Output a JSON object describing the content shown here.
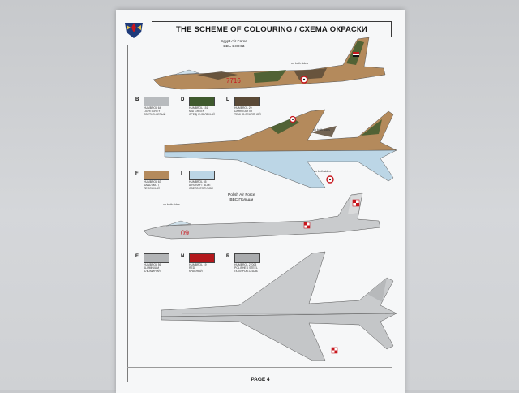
{
  "header": {
    "title": "THE SCHEME OF COLOURING / СХЕМА ОКРАСКИ"
  },
  "egypt": {
    "line1": "Egypt Air Force",
    "line2": "ВВС Египта",
    "serial": "7716"
  },
  "poland": {
    "line1": "Polish Air Force",
    "line2": "ВВС Польши",
    "serial": "09"
  },
  "marker_note": "on both sides",
  "swatches_top": [
    {
      "letter": "B",
      "color": "#b8bbbe",
      "text": "HUMBROL 64\nLIGHT GREY\nСВЕТЛО-СЕРЫЙ"
    },
    {
      "letter": "D",
      "color": "#3f5a2e",
      "text": "HUMBROL 151\nMID GREEN\nСРЕДНЕ-ЗЕЛЕНЫЙ"
    },
    {
      "letter": "L",
      "color": "#5b4a37",
      "text": "HUMBROL 29\nDARK EARTH\nТЕМНО-ЗЕМЛЯНОЙ"
    }
  ],
  "swatches_mid": [
    {
      "letter": "F",
      "color": "#b48a5c",
      "text": "HUMBROL 63\nSAND MATT\nПЕСОЧНЫЙ"
    },
    {
      "letter": "I",
      "color": "#bcd6e6",
      "text": "HUMBROL 65\nAIRCRAFT BLUE\nСВЕТЛОГОЛУБОЙ"
    }
  ],
  "swatches_bottom": [
    {
      "letter": "E",
      "color": "#b2b4b6",
      "text": "HUMBROL 56\nALUMINIUM\nАЛЮМИНИЙ"
    },
    {
      "letter": "N",
      "color": "#b3181c",
      "text": "HUMBROL 19\nRED\nКРАСНЫЙ"
    },
    {
      "letter": "R",
      "color": "#a9abad",
      "text": "HUMBROL 27003\nPOLISHED STEEL\nПОЛИРОВ.СТАЛЬ"
    }
  ],
  "page": {
    "label": "PAGE 4"
  },
  "colors": {
    "sand": "#b48a5c",
    "earth": "#5b4a37",
    "green": "#3f5a2e",
    "blue": "#bcd6e6",
    "alu": "#c9cbcd",
    "red": "#c8161d"
  }
}
